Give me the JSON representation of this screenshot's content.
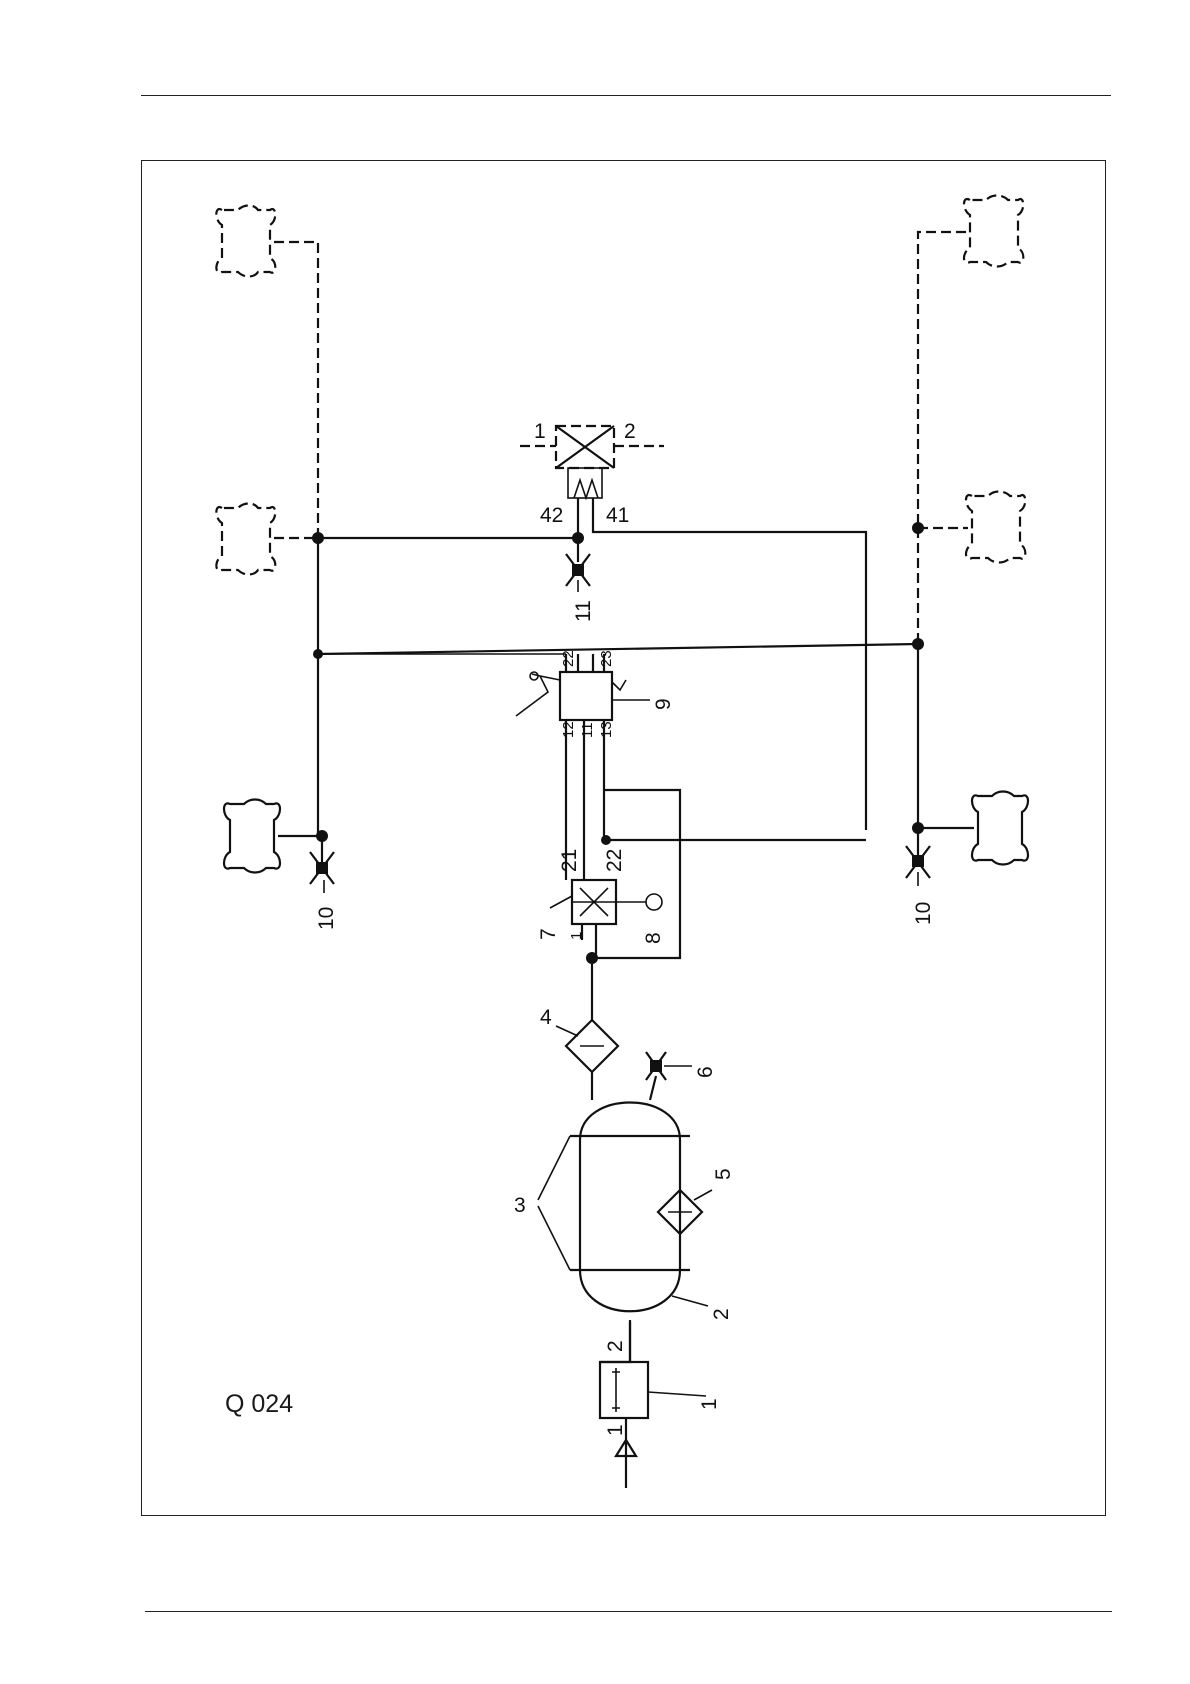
{
  "page": {
    "figure_code": "Q 024"
  },
  "labels": {
    "n1": "1",
    "n2": "2",
    "n3": "3",
    "n4": "4",
    "n5": "5",
    "n6": "6",
    "n7": "7",
    "n8": "8",
    "n9": "9",
    "n10_left": "10",
    "n10_right": "10",
    "n11": "11",
    "port_filter_in": "1",
    "port_filter_out": "2",
    "port_7_1": "1",
    "port_7_21": "21",
    "port_7_22": "22",
    "port_9_12": "12",
    "port_9_11": "11",
    "port_9_13": "13",
    "port_9_22": "22",
    "port_9_23": "23",
    "port_top_1": "1",
    "port_top_2": "2",
    "port_top_42": "42",
    "port_top_41": "41"
  },
  "colors": {
    "line": "#111111",
    "background": "#ffffff"
  }
}
